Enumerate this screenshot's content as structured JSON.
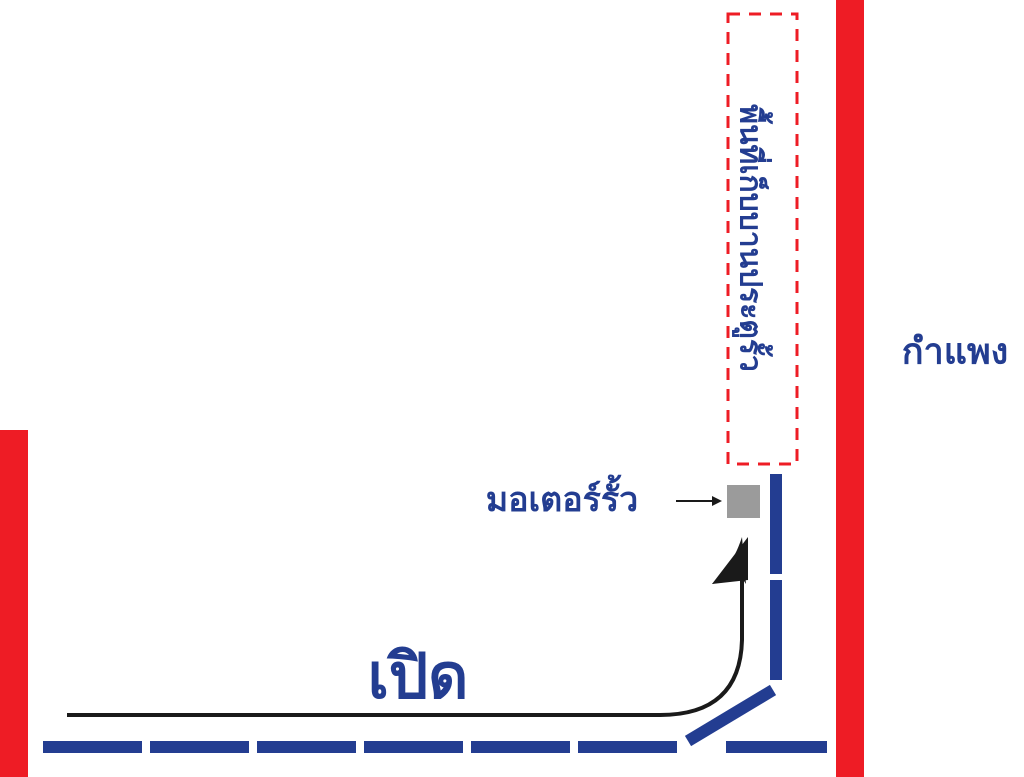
{
  "labels": {
    "wall": "กำแพง",
    "motor": "มอเตอร์รั้ว",
    "open": "เปิด",
    "gate_storage_area": "พื้นที่เก็บบานประตูรั้ว"
  },
  "colors": {
    "wall_red": "#ee1c25",
    "gate_blue": "#233d91",
    "motor_gray": "#9b9b9b",
    "arrow_black": "#1a1a1a",
    "storage_outline": "#ee1c25"
  }
}
